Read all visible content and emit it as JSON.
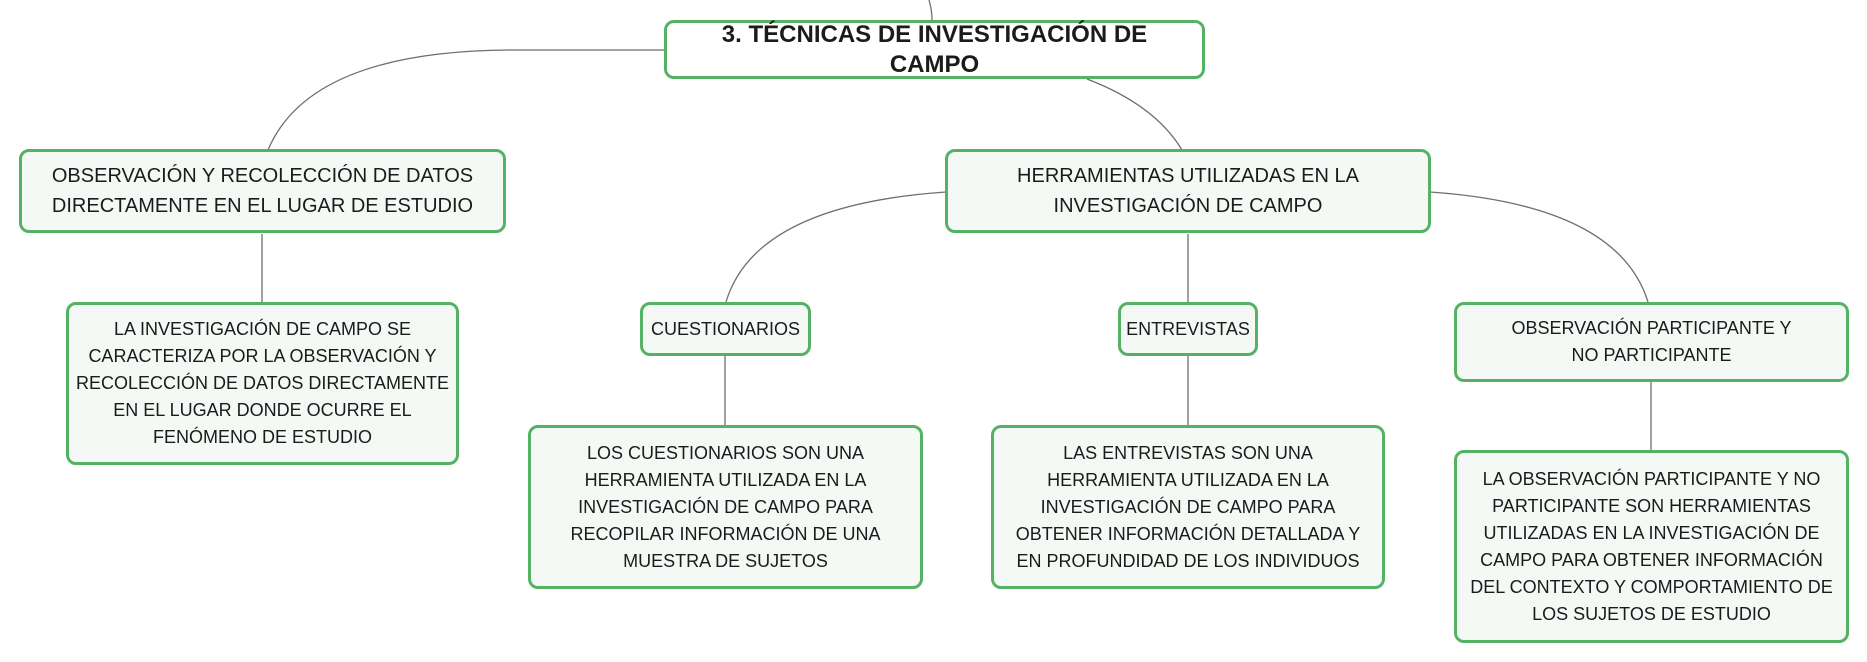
{
  "root": {
    "label": "3. TÉCNICAS DE INVESTIGACIÓN DE CAMPO"
  },
  "observacion": {
    "label": "OBSERVACIÓN Y RECOLECCIÓN DE DATOS DIRECTAMENTE EN EL LUGAR DE ESTUDIO",
    "detail": "LA INVESTIGACIÓN DE CAMPO SE CARACTERIZA POR LA OBSERVACIÓN Y RECOLECCIÓN DE DATOS DIRECTAMENTE EN EL LUGAR DONDE OCURRE EL FENÓMENO DE ESTUDIO"
  },
  "herramientas": {
    "label": "HERRAMIENTAS UTILIZADAS EN LA INVESTIGACIÓN DE CAMPO",
    "cuestionarios": {
      "label": "CUESTIONARIOS",
      "detail": "LOS CUESTIONARIOS SON UNA HERRAMIENTA UTILIZADA EN LA INVESTIGACIÓN DE CAMPO PARA RECOPILAR INFORMACIÓN DE UNA MUESTRA DE SUJETOS"
    },
    "entrevistas": {
      "label": "ENTREVISTAS",
      "detail": "LAS ENTREVISTAS SON UNA HERRAMIENTA UTILIZADA EN LA INVESTIGACIÓN DE CAMPO PARA OBTENER INFORMACIÓN DETALLADA Y EN PROFUNDIDAD DE LOS INDIVIDUOS"
    },
    "participante": {
      "label": "OBSERVACIÓN PARTICIPANTE Y NO PARTICIPANTE",
      "detail": "LA OBSERVACIÓN PARTICIPANTE Y NO PARTICIPANTE SON HERRAMIENTAS UTILIZADAS EN LA INVESTIGACIÓN DE CAMPO PARA OBTENER INFORMACIÓN DEL CONTEXTO Y COMPORTAMIENTO DE LOS SUJETOS DE ESTUDIO"
    }
  },
  "colors": {
    "node_border": "#55b164",
    "node_fill": "#f4f9f5",
    "connector": "#6e6e6e"
  }
}
